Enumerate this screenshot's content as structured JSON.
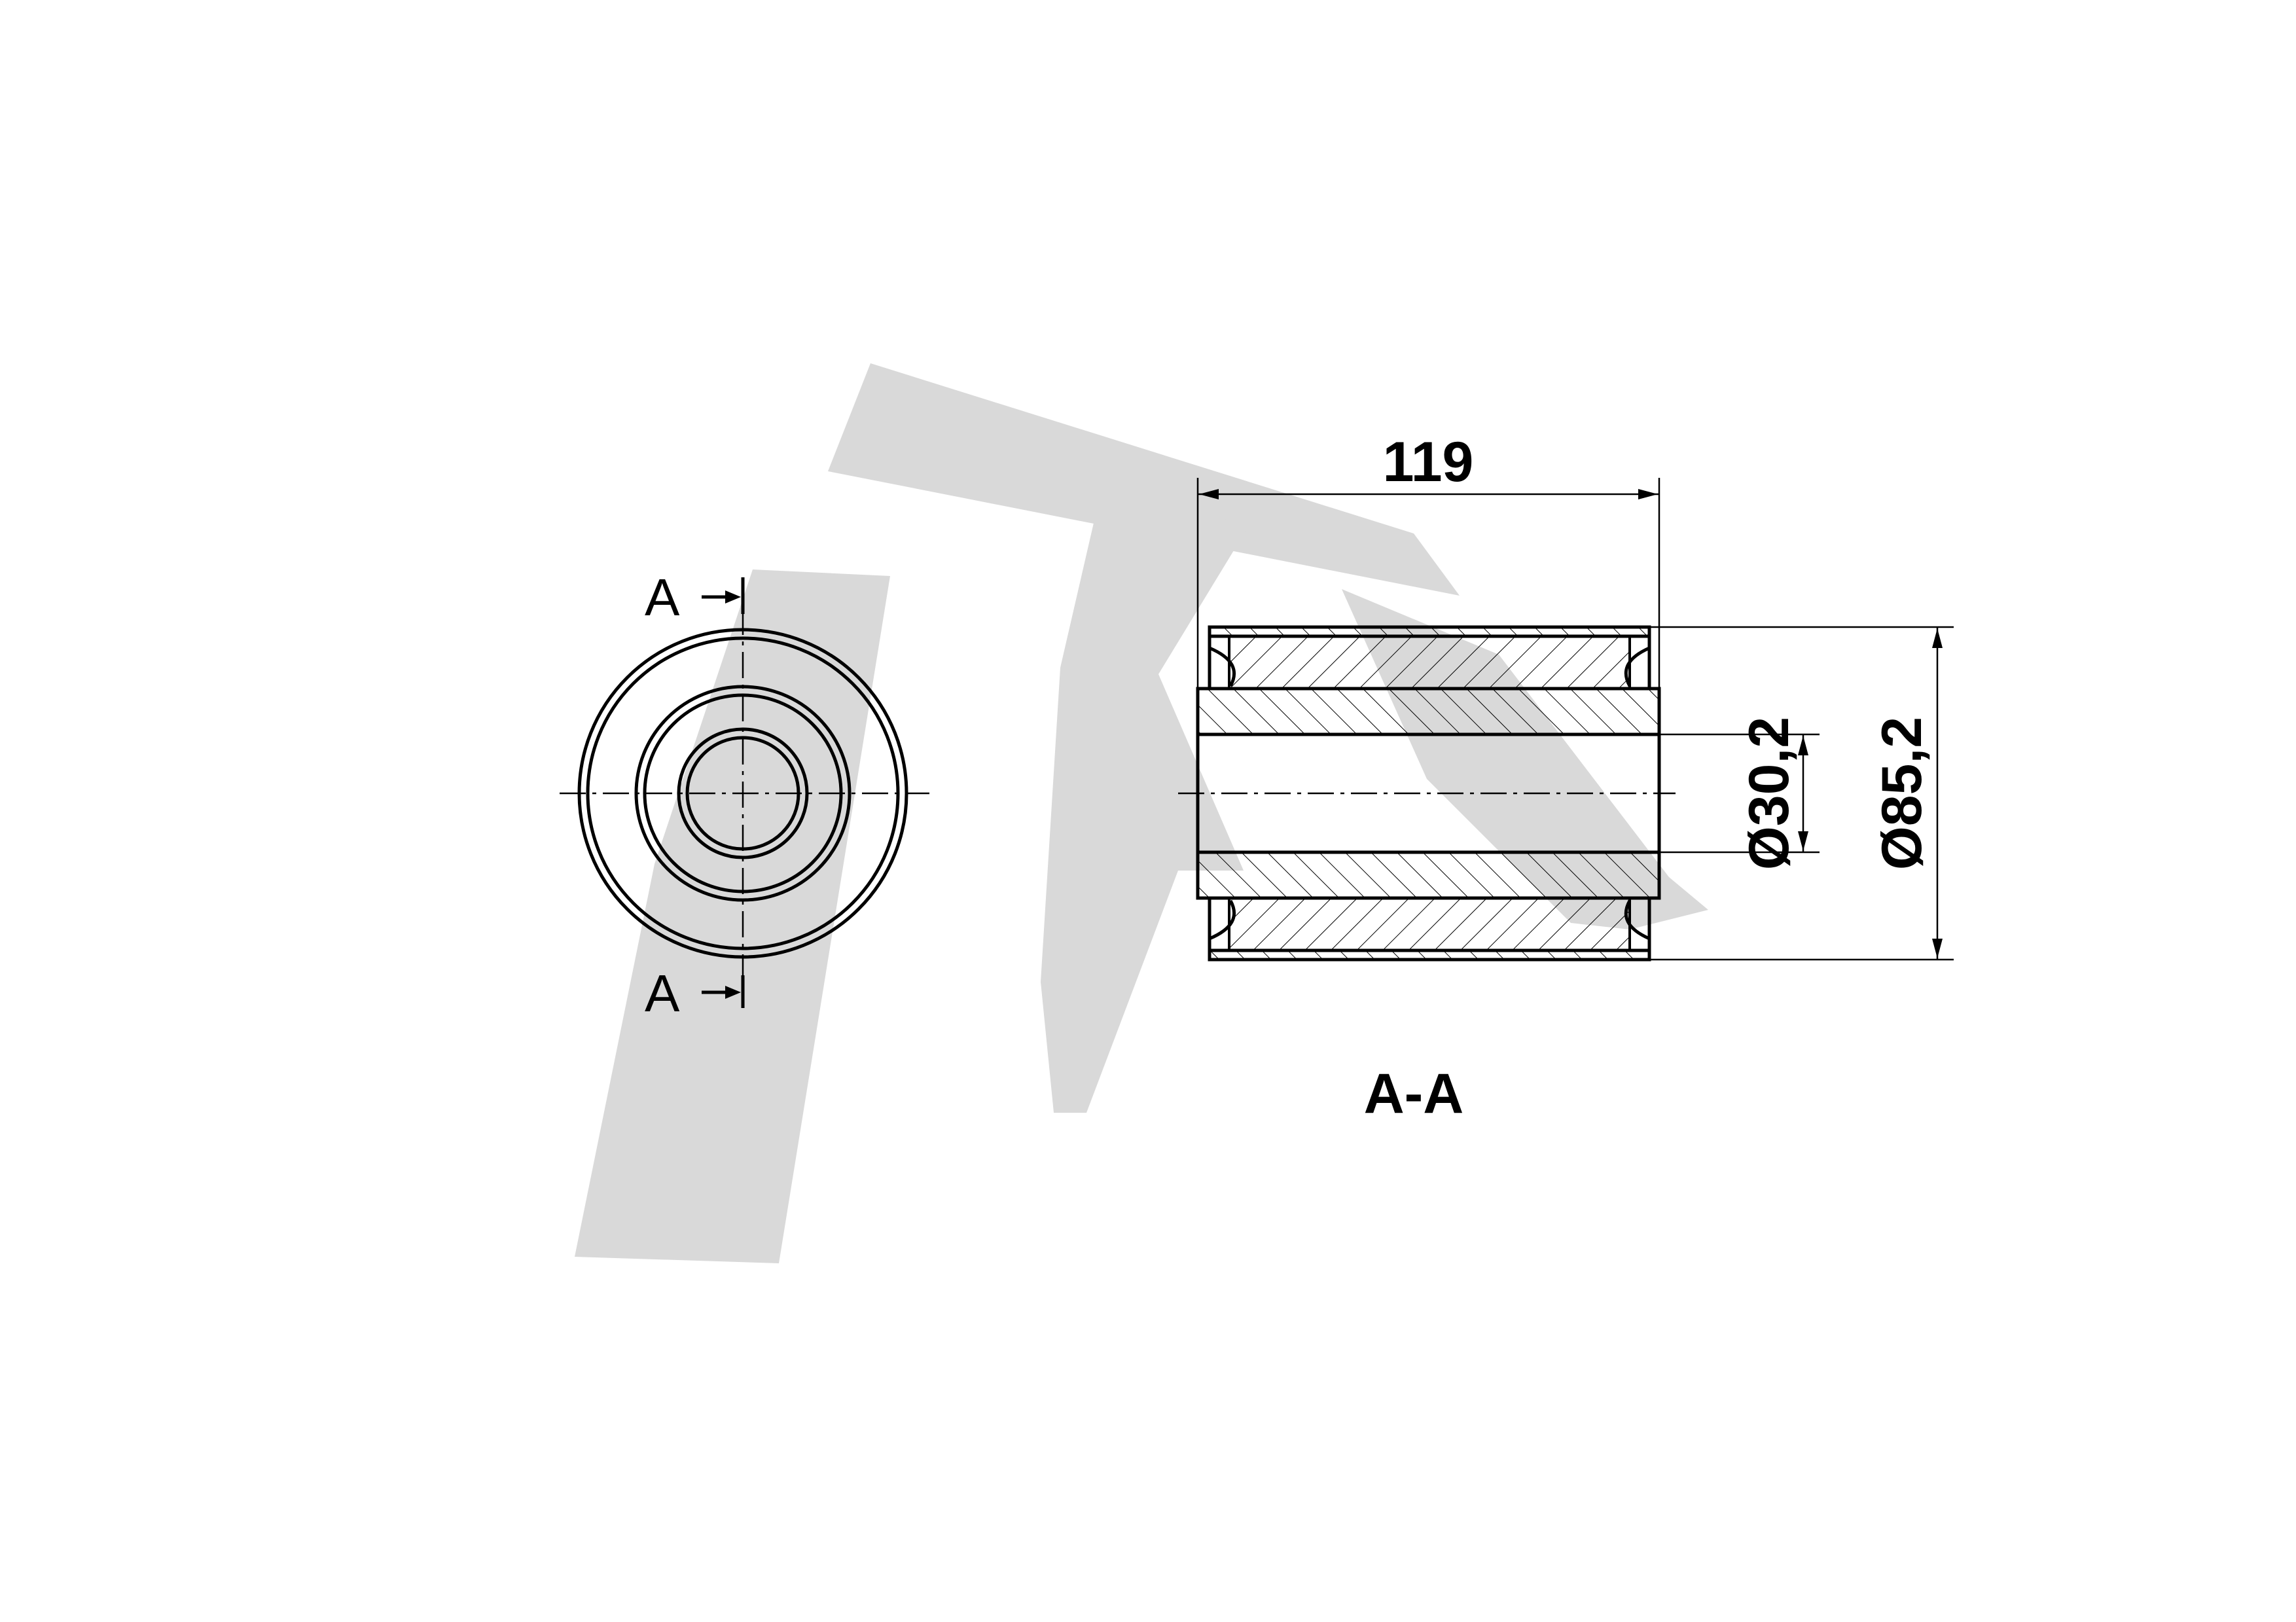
{
  "watermark": {
    "color": "#d9d9d9"
  },
  "dimensions": {
    "length": "119",
    "inner_diameter": "Ø30,2",
    "outer_diameter": "Ø85,2"
  },
  "section": {
    "marker_top": "A",
    "marker_bottom": "A",
    "title": "A-A"
  }
}
